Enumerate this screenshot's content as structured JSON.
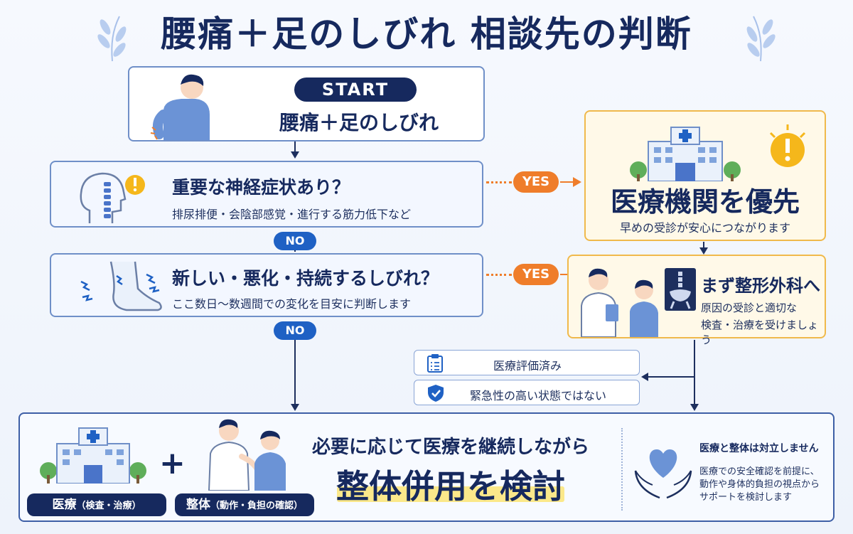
{
  "title": "腰痛＋足のしびれ 相談先の判断",
  "start": {
    "badge": "START",
    "label": "腰痛＋足のしびれ"
  },
  "q1": {
    "question": "重要な神経症状あり？",
    "examples": "排尿排便・会陰部感覚・進行する筋力低下など",
    "no_label": "NO",
    "yes_label": "YES"
  },
  "q2": {
    "question": "新しい・悪化・持続するしびれ？",
    "guide": "ここ数日〜数週間での変化を目安に判断します",
    "no_label": "NO",
    "yes_label": "YES"
  },
  "medical_priority": {
    "title": "医療機関を優先",
    "subtitle": "早めの受診が安心につながります"
  },
  "orthopedics": {
    "title": "まず整形外科へ",
    "line1": "原因の受診と適切な",
    "line2": "検査・治療を受けましょう"
  },
  "status": {
    "evaluated": "医療評価済み",
    "not_urgent": "緊急性の高い状態ではない"
  },
  "bottom": {
    "medical_label": "医療",
    "medical_detail": "（検査・治療）",
    "plus": "+",
    "seitai_label": "整体",
    "seitai_detail": "（動作・負担の確認）",
    "headline": "必要に応じて医療を継続しながら",
    "main": "整体併用を検討",
    "note_title": "医療と整体は対立しません",
    "note_line1": "医療での安全確認を前提に、",
    "note_line2": "動作や身体的負担の視点から",
    "note_line3": "サポートを検討します"
  },
  "colors": {
    "navy": "#16295e",
    "blue": "#1f61c4",
    "orange": "#ef7d2a",
    "warn_border": "#f0b94b",
    "highlight": "#fbe88a"
  }
}
